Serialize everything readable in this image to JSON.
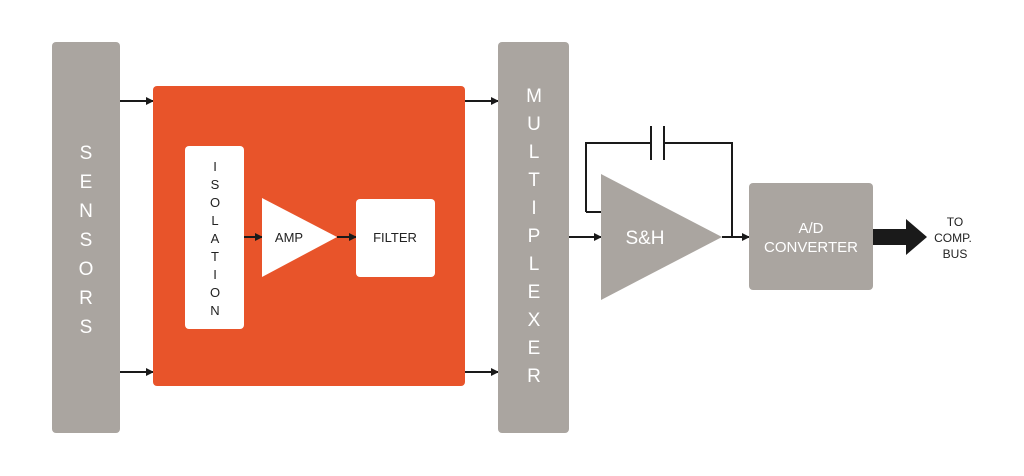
{
  "blocks": {
    "sensors": {
      "label": "SENSORS"
    },
    "signal_conditioning": {
      "isolation": {
        "label": "ISOLATION"
      },
      "amp": {
        "label": "AMP"
      },
      "filter": {
        "label": "FILTER"
      }
    },
    "multiplexer": {
      "label": "MULTIPLEXER"
    },
    "sample_hold": {
      "label": "S&H"
    },
    "ad_converter": {
      "label_line1": "A/D",
      "label_line2": "CONVERTER"
    }
  },
  "output": {
    "line1": "TO",
    "line2": "COMP.",
    "line3": "BUS"
  },
  "colors": {
    "gray_block": "#aaa5a0",
    "orange_block": "#e8542a",
    "white_block": "#ffffff",
    "line": "#1a1a1a"
  }
}
